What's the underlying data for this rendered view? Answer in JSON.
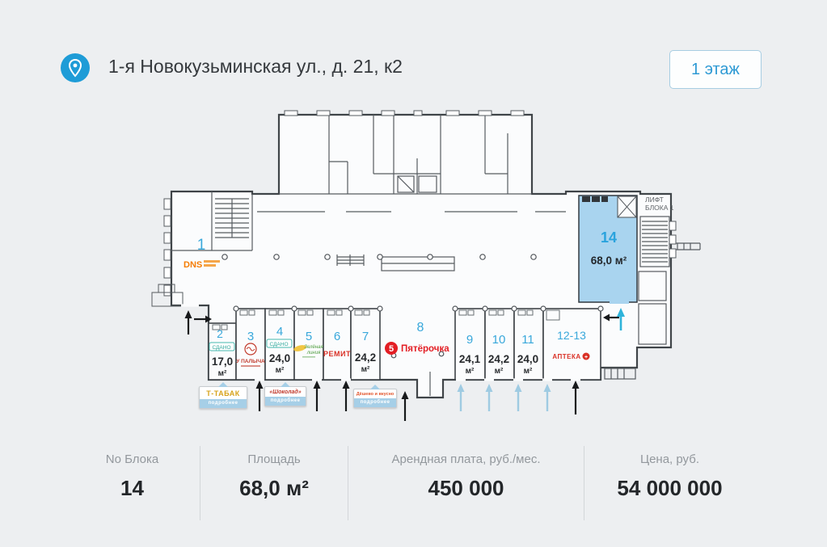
{
  "header": {
    "address": "1-я Новокузьминская ул., д. 21, к2",
    "floor": "1 этаж"
  },
  "plan": {
    "lift": {
      "line1": "ЛИФТ",
      "line2": "БЛОКА 1"
    },
    "blocks": {
      "b1": {
        "n": "1",
        "logo": "DNS"
      },
      "b2": {
        "n": "2",
        "status": "СДАНО",
        "area": "17,0",
        "unit": "м²"
      },
      "b3": {
        "n": "3",
        "logo": "У ПАЛЫЧА"
      },
      "b4": {
        "n": "4",
        "status": "СДАНО",
        "area": "24,0",
        "unit": "м²"
      },
      "b5": {
        "n": "5",
        "logo_line1": "Зелёная",
        "logo_line2": "линия"
      },
      "b6": {
        "n": "6",
        "logo": "РЕМИТ"
      },
      "b7": {
        "n": "7",
        "area": "24,2",
        "unit": "м²"
      },
      "b8": {
        "n": "8",
        "logo": "Пятёрочка",
        "logo_badge": "5"
      },
      "b9": {
        "n": "9",
        "area": "24,1",
        "unit": "м²"
      },
      "b10": {
        "n": "10",
        "area": "24,2",
        "unit": "м²"
      },
      "b11": {
        "n": "11",
        "area": "24,0",
        "unit": "м²"
      },
      "b12_13": {
        "n": "12-13",
        "logo": "АПТЕКА",
        "logo_badge": "+"
      },
      "b14": {
        "n": "14",
        "area": "68,0 м²"
      }
    },
    "signs": {
      "s1": {
        "title": "Т-ТАБАК",
        "band": "подробнее"
      },
      "s2": {
        "title": "«Шоколад»",
        "band": "подробнее"
      },
      "s3": {
        "title": "Дёшево и вкусно",
        "band": "подробнее"
      }
    }
  },
  "footer": {
    "block_label": "No Блока",
    "block_value": "14",
    "area_label": "Площадь",
    "area_value": "68,0 м²",
    "rent_label": "Арендная плата, руб./мес.",
    "rent_value": "450 000",
    "price_label": "Цена, руб.",
    "price_value": "54 000 000"
  },
  "colors": {
    "accent": "#2e9ad4",
    "selected_fill": "#a9d4ef",
    "block_number": "#39a8db",
    "logo_red": "#d93025",
    "status_teal": "#3db6a8",
    "dns_orange": "#f57c00"
  }
}
